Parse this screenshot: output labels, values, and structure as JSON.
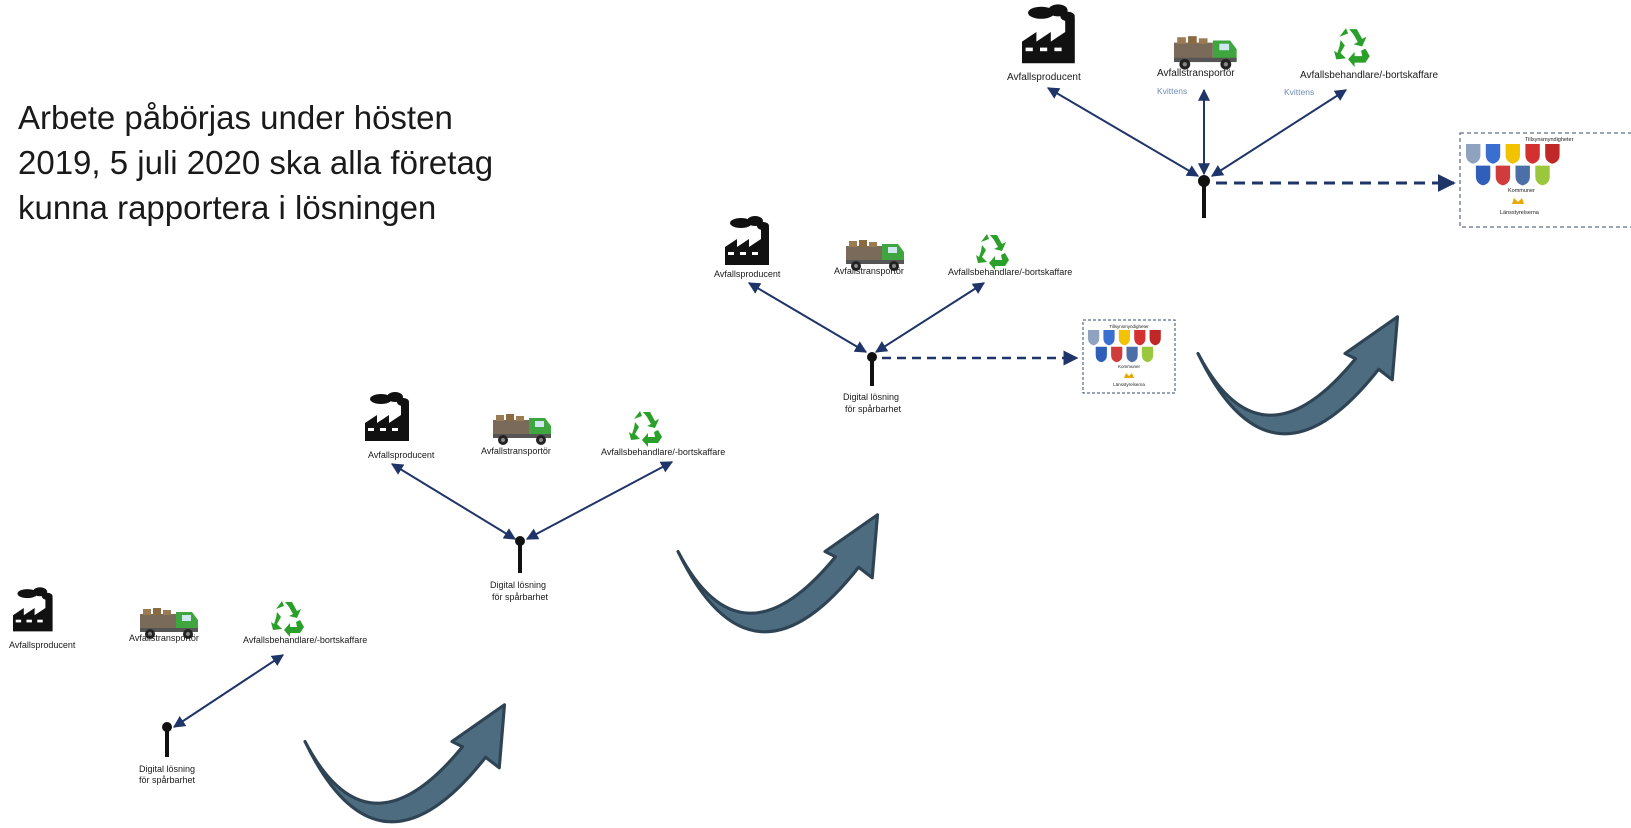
{
  "intro_text": {
    "line1": "Arbete påbörjas under hösten",
    "line2": "2019, 5 juli 2020 ska alla företag",
    "line3": "kunna rapportera i lösningen"
  },
  "stages": [
    {
      "producer": "Avfallsproducent",
      "transporter": "Avfallstransportör",
      "treater": "Avfallsbehandlare/-bortskaffare",
      "hub_line1": "Digital lösning",
      "hub_line2": "för spårbarhet"
    },
    {
      "producer": "Avfallsproducent",
      "transporter": "Avfallstransportör",
      "treater": "Avfallsbehandlare/-bortskaffare",
      "hub_line1": "Digital lösning",
      "hub_line2": "för spårbarhet"
    },
    {
      "producer": "Avfallsproducent",
      "transporter": "Avfallstransportör",
      "treater": "Avfallsbehandlare/-bortskaffare",
      "hub_line1": "Digital lösning",
      "hub_line2": "för spårbarhet",
      "authorities": {
        "title": "Tillsynsmyndigheter",
        "kommuner": "Kommuner",
        "lansstyrelserna": "Länsstyrelserna"
      }
    },
    {
      "producer": "Avfallsproducent",
      "transporter": "Avfallstransportör",
      "treater": "Avfallsbehandlare/-bortskaffare",
      "receipt_transporter": "Kvittens",
      "receipt_treater": "Kvittens",
      "authorities": {
        "title": "Tillsynsmyndigheter",
        "kommuner": "Kommuner",
        "lansstyrelserna": "Länsstyrelserna"
      }
    }
  ],
  "colors": {
    "arrow": "#1f3468",
    "dashed": "#1f3468",
    "curved_arrow": "#4e6c80",
    "curved_arrow_edge": "#2e4455",
    "truck_body": "#3fa63f",
    "recycle": "#2aa02a",
    "receipt_text": "#6c8eb0",
    "text": "#1a1a1a"
  },
  "icons": [
    "factory-icon",
    "truck-icon",
    "recycle-icon",
    "curved-arrow-icon",
    "crown-icon",
    "coat-of-arms-icon"
  ]
}
